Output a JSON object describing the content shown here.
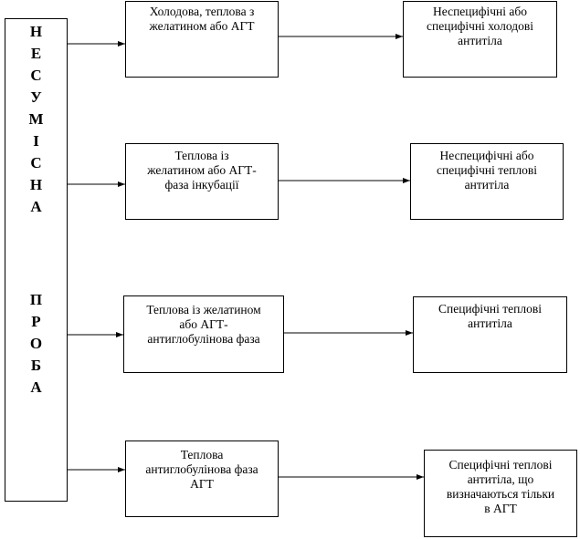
{
  "left_box": {
    "word1": "Н\nЕ\nС\nУ\nМ\nІ\nС\nН\nА",
    "word2": "П\nР\nО\nБ\nА"
  },
  "rows": [
    {
      "condition": "Холодова, теплова з\nжелатином або АГТ",
      "result": "Неспецифічні або\nспецифічні холодові\nантитіла"
    },
    {
      "condition": "Теплова із\nжелатином або АГТ-\nфаза інкубації",
      "result": "Неспецифічні або\nспецифічні теплові\nантитіла"
    },
    {
      "condition": "Теплова із желатином\nабо АГТ-\nантиглобулінова фаза",
      "result": "Специфічні теплові\nантитіла"
    },
    {
      "condition": "Теплова\nантиглобулінова фаза\nАГТ",
      "result": "Специфічні теплові\nантитіла, що\nвизначаються тільки\nв АГТ"
    }
  ]
}
